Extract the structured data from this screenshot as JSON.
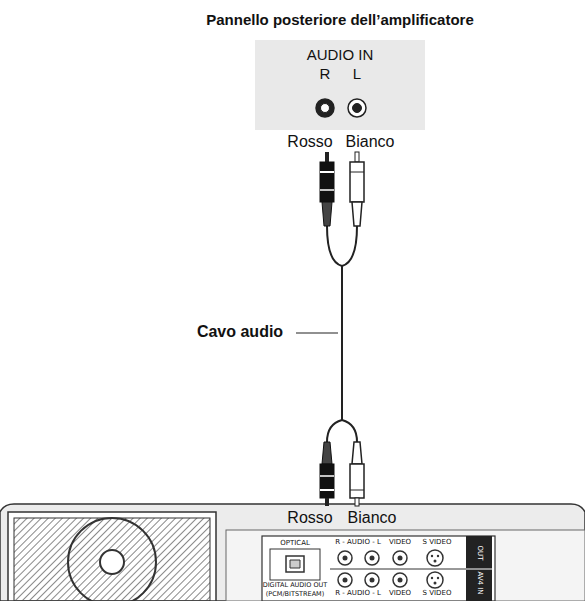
{
  "diagram": {
    "title": "Pannello posteriore dell’amplificatore",
    "nodes": [
      {
        "text": [
          "AUDIO IN",
          "R",
          "L"
        ]
      }
    ],
    "labels": [
      "Rosso",
      "Bianco",
      "Cavo audio",
      "Rosso",
      "Bianco",
      "OPTICAL",
      "DIGITAL AUDIO OUT",
      "(PCM/BITSTREAM)",
      "R - AUDIO - L",
      "VIDEO",
      "S VIDEO",
      "OUT",
      "AV4 IN",
      "R - AUDIO - L",
      "VIDEO",
      "S VIDEO"
    ]
  }
}
